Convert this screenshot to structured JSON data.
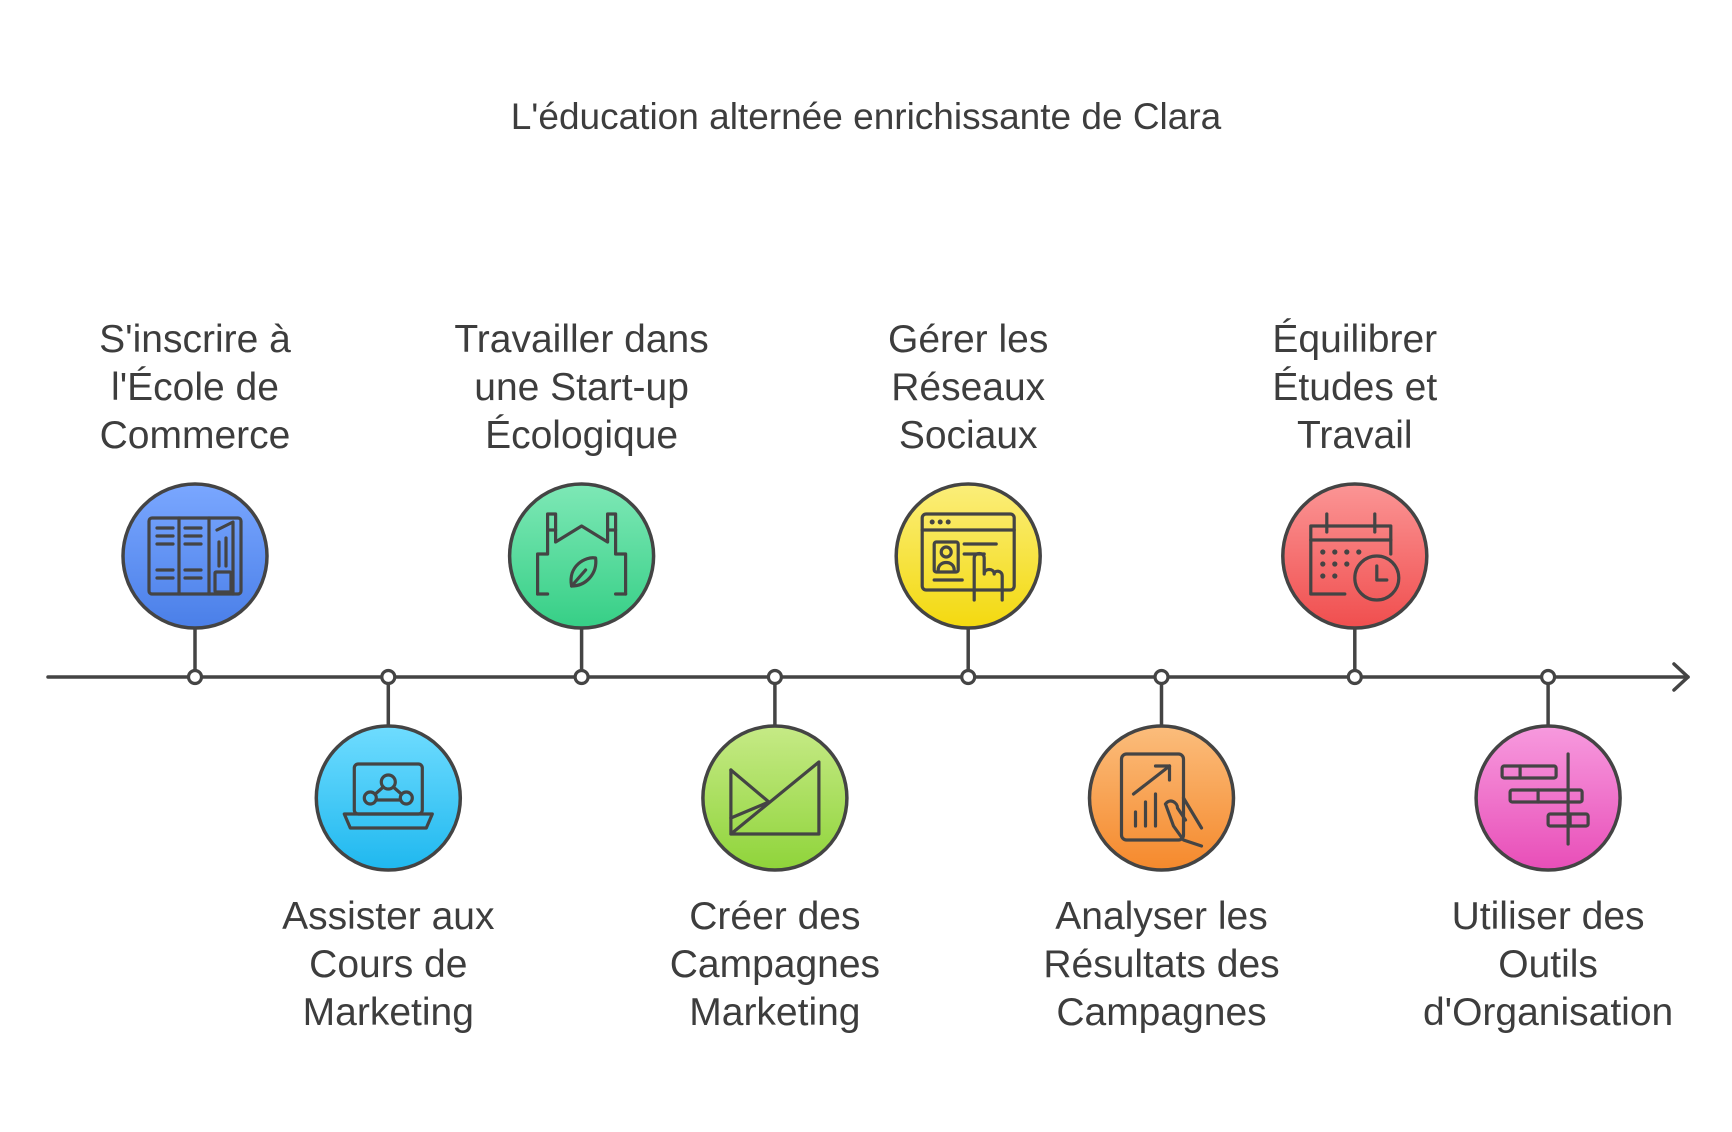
{
  "title": "L'éducation alternée enrichissante de Clara",
  "steps": [
    {
      "lines": [
        "S'inscrire à",
        "l'École de",
        "Commerce"
      ],
      "position": "top",
      "icon": "school-building-icon",
      "color": "#5b8ff2"
    },
    {
      "lines": [
        "Assister aux",
        "Cours de",
        "Marketing"
      ],
      "position": "bottom",
      "icon": "online-class-laptop-icon",
      "color": "#38c8f5"
    },
    {
      "lines": [
        "Travailler dans",
        "une Start-up",
        "Écologique"
      ],
      "position": "top",
      "icon": "eco-factory-icon",
      "color": "#4fd99a"
    },
    {
      "lines": [
        "Créer des",
        "Campagnes",
        "Marketing"
      ],
      "position": "bottom",
      "icon": "campaign-play-icon",
      "color": "#a5dd55"
    },
    {
      "lines": [
        "Gérer les",
        "Réseaux",
        "Sociaux"
      ],
      "position": "top",
      "icon": "social-profile-touch-icon",
      "color": "#f7e036"
    },
    {
      "lines": [
        "Analyser les",
        "Résultats des",
        "Campagnes"
      ],
      "position": "bottom",
      "icon": "analytics-tablet-icon",
      "color": "#f79f4e"
    },
    {
      "lines": [
        "Équilibrer",
        "Études et",
        "Travail"
      ],
      "position": "top",
      "icon": "calendar-clock-icon",
      "color": "#f76868"
    },
    {
      "lines": [
        "Utiliser des",
        "Outils",
        "d'Organisation"
      ],
      "position": "bottom",
      "icon": "gantt-chart-icon",
      "color": "#f06ac8"
    }
  ]
}
